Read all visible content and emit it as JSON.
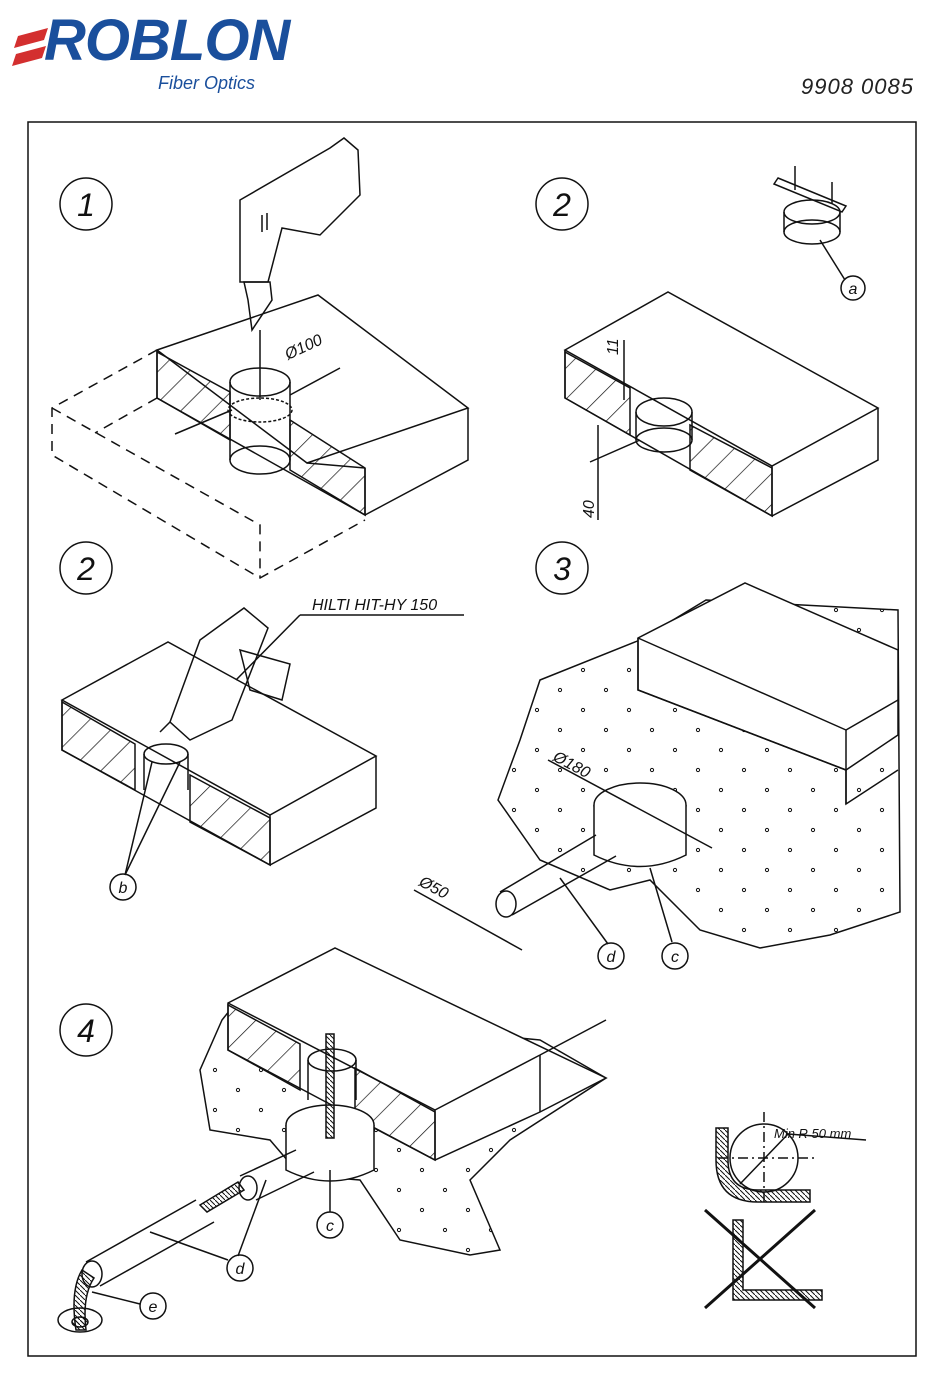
{
  "brand": {
    "name": "ROBLON",
    "tagline": "Fiber Optics",
    "accent_color": "#d32f2f",
    "text_color": "#1a4f9c"
  },
  "document_number": "9908  0085",
  "steps": [
    {
      "number": "1"
    },
    {
      "number": "2"
    },
    {
      "number": "2"
    },
    {
      "number": "3"
    },
    {
      "number": "4"
    }
  ],
  "dimensions": {
    "hole_diameter": "Ø100",
    "depth_top": "11",
    "depth_bottom": "40",
    "chamber_diameter": "Ø180",
    "pipe_diameter": "Ø50",
    "bend_radius": "Min R 50 mm"
  },
  "adhesive_label": "HILTI HIT-HY 150",
  "part_labels": {
    "a": "a",
    "b": "b",
    "c": "c",
    "d": "d",
    "e": "e"
  }
}
